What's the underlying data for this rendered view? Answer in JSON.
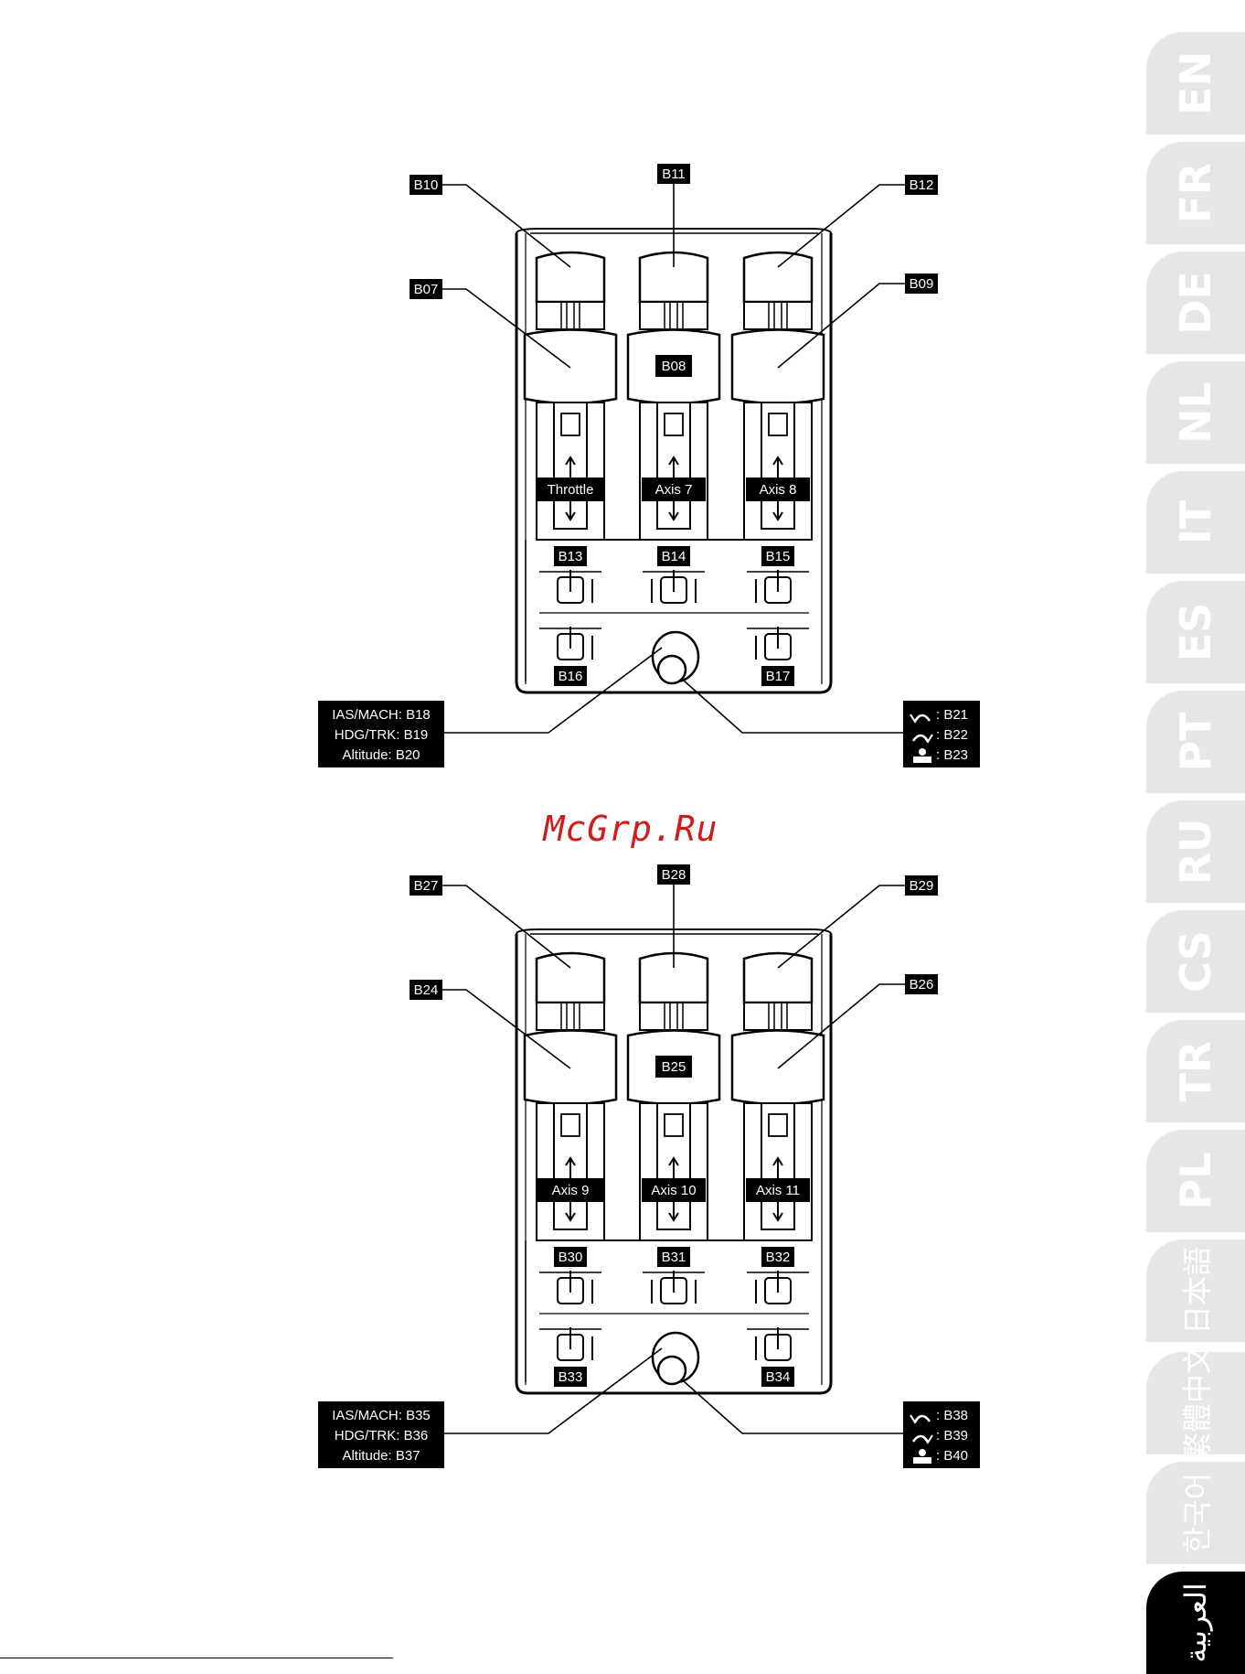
{
  "watermark": "McGrp.Ru",
  "language_tabs": [
    {
      "label": "EN"
    },
    {
      "label": "FR"
    },
    {
      "label": "DE"
    },
    {
      "label": "NL"
    },
    {
      "label": "IT"
    },
    {
      "label": "ES"
    },
    {
      "label": "PT"
    },
    {
      "label": "RU"
    },
    {
      "label": "CS"
    },
    {
      "label": "TR"
    },
    {
      "label": "PL"
    },
    {
      "label": "日本語"
    },
    {
      "label": "繁體中文"
    },
    {
      "label": "한국어"
    },
    {
      "label": "العربية",
      "active": true
    }
  ],
  "panels": [
    {
      "top_left": "B10",
      "top_center": "B11",
      "top_right": "B12",
      "mid_left": "B07",
      "mid_center": "B08",
      "mid_right": "B09",
      "axes": [
        "Throttle",
        "Axis 7",
        "Axis 8"
      ],
      "toggles_top": [
        "B13",
        "B14",
        "B15"
      ],
      "toggles_bottom": [
        "B16",
        "B17"
      ],
      "knob_left_lines": [
        "IAS/MACH: B18",
        "HDG/TRK: B19",
        "Altitude: B20"
      ],
      "knob_right_lines": [
        ": B21",
        ": B22",
        ": B23"
      ]
    },
    {
      "top_left": "B27",
      "top_center": "B28",
      "top_right": "B29",
      "mid_left": "B24",
      "mid_center": "B25",
      "mid_right": "B26",
      "axes": [
        "Axis 9",
        "Axis 10",
        "Axis 11"
      ],
      "toggles_top": [
        "B30",
        "B31",
        "B32"
      ],
      "toggles_bottom": [
        "B33",
        "B34"
      ],
      "knob_left_lines": [
        "IAS/MACH: B35",
        "HDG/TRK: B36",
        "Altitude: B37"
      ],
      "knob_right_lines": [
        ": B38",
        ": B39",
        ": B40"
      ]
    }
  ]
}
